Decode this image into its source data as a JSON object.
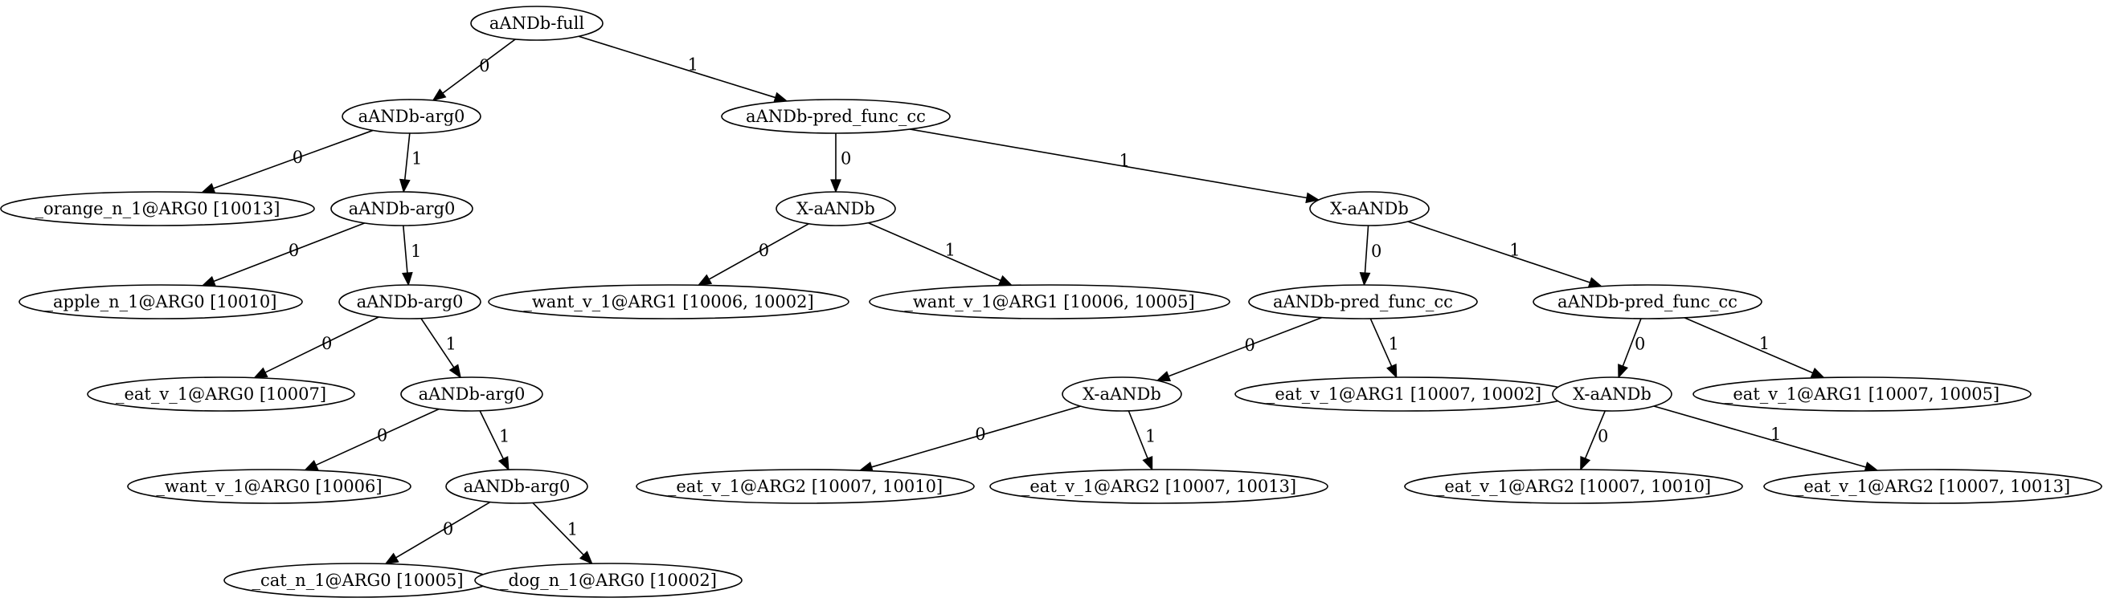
{
  "colors": {
    "stroke": "#000000",
    "background": "#ffffff"
  },
  "nodes": [
    {
      "id": "n1",
      "label": "aANDb-full"
    },
    {
      "id": "n2",
      "label": "aANDb-arg0"
    },
    {
      "id": "n3",
      "label": "aANDb-pred_func_cc"
    },
    {
      "id": "n4",
      "label": "_orange_n_1@ARG0 [10013]"
    },
    {
      "id": "n5",
      "label": "aANDb-arg0"
    },
    {
      "id": "n6",
      "label": "X-aANDb"
    },
    {
      "id": "n7",
      "label": "X-aANDb"
    },
    {
      "id": "n8",
      "label": "_apple_n_1@ARG0 [10010]"
    },
    {
      "id": "n9",
      "label": "aANDb-arg0"
    },
    {
      "id": "n10",
      "label": "_want_v_1@ARG1 [10006, 10002]"
    },
    {
      "id": "n11",
      "label": "_want_v_1@ARG1 [10006, 10005]"
    },
    {
      "id": "n12",
      "label": "aANDb-pred_func_cc"
    },
    {
      "id": "n13",
      "label": "aANDb-pred_func_cc"
    },
    {
      "id": "n14",
      "label": "_eat_v_1@ARG0 [10007]"
    },
    {
      "id": "n15",
      "label": "aANDb-arg0"
    },
    {
      "id": "n16",
      "label": "X-aANDb"
    },
    {
      "id": "n17",
      "label": "_eat_v_1@ARG1 [10007, 10002]"
    },
    {
      "id": "n18",
      "label": "X-aANDb"
    },
    {
      "id": "n19",
      "label": "_eat_v_1@ARG1 [10007, 10005]"
    },
    {
      "id": "n20",
      "label": "_want_v_1@ARG0 [10006]"
    },
    {
      "id": "n21",
      "label": "aANDb-arg0"
    },
    {
      "id": "n22",
      "label": "_eat_v_1@ARG2 [10007, 10010]"
    },
    {
      "id": "n23",
      "label": "_eat_v_1@ARG2 [10007, 10013]"
    },
    {
      "id": "n24",
      "label": "_eat_v_1@ARG2 [10007, 10010]"
    },
    {
      "id": "n25",
      "label": "_eat_v_1@ARG2 [10007, 10013]"
    },
    {
      "id": "n26",
      "label": "_cat_n_1@ARG0 [10005]"
    },
    {
      "id": "n27",
      "label": "_dog_n_1@ARG0 [10002]"
    }
  ],
  "edges": [
    {
      "from": "n1",
      "to": "n2",
      "label": "0"
    },
    {
      "from": "n1",
      "to": "n3",
      "label": "1"
    },
    {
      "from": "n2",
      "to": "n4",
      "label": "0"
    },
    {
      "from": "n2",
      "to": "n5",
      "label": "1"
    },
    {
      "from": "n3",
      "to": "n6",
      "label": "0"
    },
    {
      "from": "n3",
      "to": "n7",
      "label": "1"
    },
    {
      "from": "n5",
      "to": "n8",
      "label": "0"
    },
    {
      "from": "n5",
      "to": "n9",
      "label": "1"
    },
    {
      "from": "n6",
      "to": "n10",
      "label": "0"
    },
    {
      "from": "n6",
      "to": "n11",
      "label": "1"
    },
    {
      "from": "n7",
      "to": "n12",
      "label": "0"
    },
    {
      "from": "n7",
      "to": "n13",
      "label": "1"
    },
    {
      "from": "n9",
      "to": "n14",
      "label": "0"
    },
    {
      "from": "n9",
      "to": "n15",
      "label": "1"
    },
    {
      "from": "n12",
      "to": "n16",
      "label": "0"
    },
    {
      "from": "n12",
      "to": "n17",
      "label": "1"
    },
    {
      "from": "n13",
      "to": "n18",
      "label": "0"
    },
    {
      "from": "n13",
      "to": "n19",
      "label": "1"
    },
    {
      "from": "n15",
      "to": "n20",
      "label": "0"
    },
    {
      "from": "n15",
      "to": "n21",
      "label": "1"
    },
    {
      "from": "n16",
      "to": "n22",
      "label": "0"
    },
    {
      "from": "n16",
      "to": "n23",
      "label": "1"
    },
    {
      "from": "n18",
      "to": "n24",
      "label": "0"
    },
    {
      "from": "n18",
      "to": "n25",
      "label": "1"
    },
    {
      "from": "n21",
      "to": "n26",
      "label": "0"
    },
    {
      "from": "n21",
      "to": "n27",
      "label": "1"
    }
  ]
}
